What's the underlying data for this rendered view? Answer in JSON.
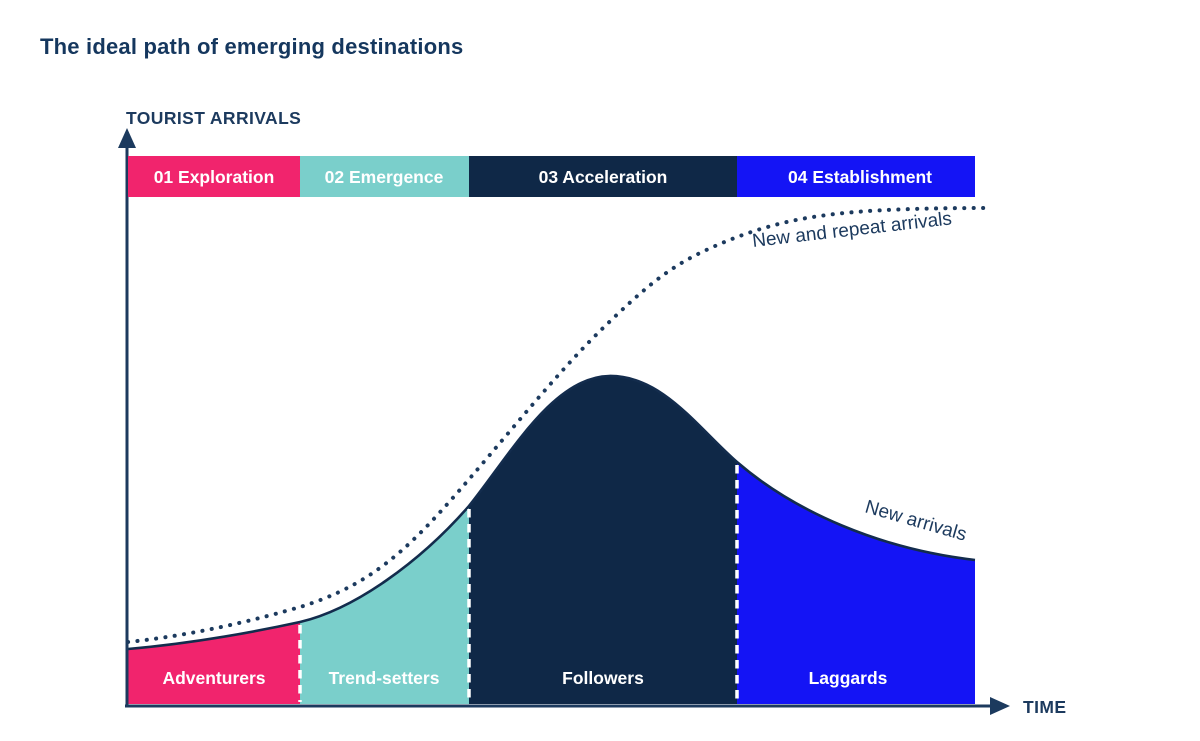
{
  "title": "The ideal path of emerging destinations",
  "colors": {
    "pink": "#F1246D",
    "teal": "#7ACFCB",
    "navy": "#0F2847",
    "blue": "#1414F5",
    "text_navy": "#1C3A5E",
    "curve_stroke": "#132C4D",
    "white": "#FFFFFF",
    "background": "#FFFFFF"
  },
  "axes": {
    "y_label": "TOURIST ARRIVALS",
    "x_label": "TIME"
  },
  "phases": [
    {
      "label": "01 Exploration",
      "color": "#F1246D"
    },
    {
      "label": "02 Emergence",
      "color": "#7ACFCB"
    },
    {
      "label": "03 Acceleration",
      "color": "#0F2847"
    },
    {
      "label": "04 Establishment",
      "color": "#1414F5"
    }
  ],
  "segments": [
    {
      "label": "Adventurers",
      "color": "#F1246D"
    },
    {
      "label": "Trend-setters",
      "color": "#7ACFCB"
    },
    {
      "label": "Followers",
      "color": "#0F2847"
    },
    {
      "label": "Laggards",
      "color": "#1414F5"
    }
  ],
  "curves": {
    "new_and_repeat": {
      "label": "New and repeat arrivals",
      "style": "dotted"
    },
    "new": {
      "label": "New arrivals",
      "style": "solid"
    }
  },
  "chart_data": {
    "type": "area",
    "title": "The ideal path of emerging destinations",
    "xlabel": "TIME",
    "ylabel": "TOURIST ARRIVALS",
    "axes_numeric_labels": false,
    "x_normalized_range": [
      0,
      1
    ],
    "y_normalized_range": [
      0,
      1
    ],
    "phases": [
      {
        "label": "01 Exploration",
        "x_start": 0.0,
        "x_end": 0.2
      },
      {
        "label": "02 Emergence",
        "x_start": 0.2,
        "x_end": 0.4
      },
      {
        "label": "03 Acceleration",
        "x_start": 0.4,
        "x_end": 0.72
      },
      {
        "label": "04 Establishment",
        "x_start": 0.72,
        "x_end": 1.0
      }
    ],
    "series": [
      {
        "name": "New and repeat arrivals",
        "line_style": "dotted",
        "shape": "s-curve rising to plateau",
        "x": [
          0.0,
          0.1,
          0.2,
          0.36,
          0.48,
          0.56,
          0.68,
          0.82,
          1.0
        ],
        "y": [
          0.13,
          0.15,
          0.2,
          0.37,
          0.6,
          0.75,
          0.91,
          0.99,
          1.0
        ]
      },
      {
        "name": "New arrivals",
        "line_style": "solid",
        "fill": "area under curve colored by audience segment",
        "shape": "slow rise, bell peak during Acceleration, decline during Establishment",
        "x": [
          0.0,
          0.1,
          0.2,
          0.3,
          0.4,
          0.49,
          0.57,
          0.64,
          0.72,
          0.86,
          1.0
        ],
        "y": [
          0.11,
          0.13,
          0.17,
          0.24,
          0.4,
          0.57,
          0.66,
          0.6,
          0.49,
          0.36,
          0.29
        ]
      }
    ],
    "area_segments": [
      {
        "label": "Adventurers",
        "x_start": 0.0,
        "x_end": 0.2,
        "color": "#F1246D"
      },
      {
        "label": "Trend-setters",
        "x_start": 0.2,
        "x_end": 0.4,
        "color": "#7ACFCB"
      },
      {
        "label": "Followers",
        "x_start": 0.4,
        "x_end": 0.72,
        "color": "#0F2847"
      },
      {
        "label": "Laggards",
        "x_start": 0.72,
        "x_end": 1.0,
        "color": "#1414F5"
      }
    ]
  }
}
